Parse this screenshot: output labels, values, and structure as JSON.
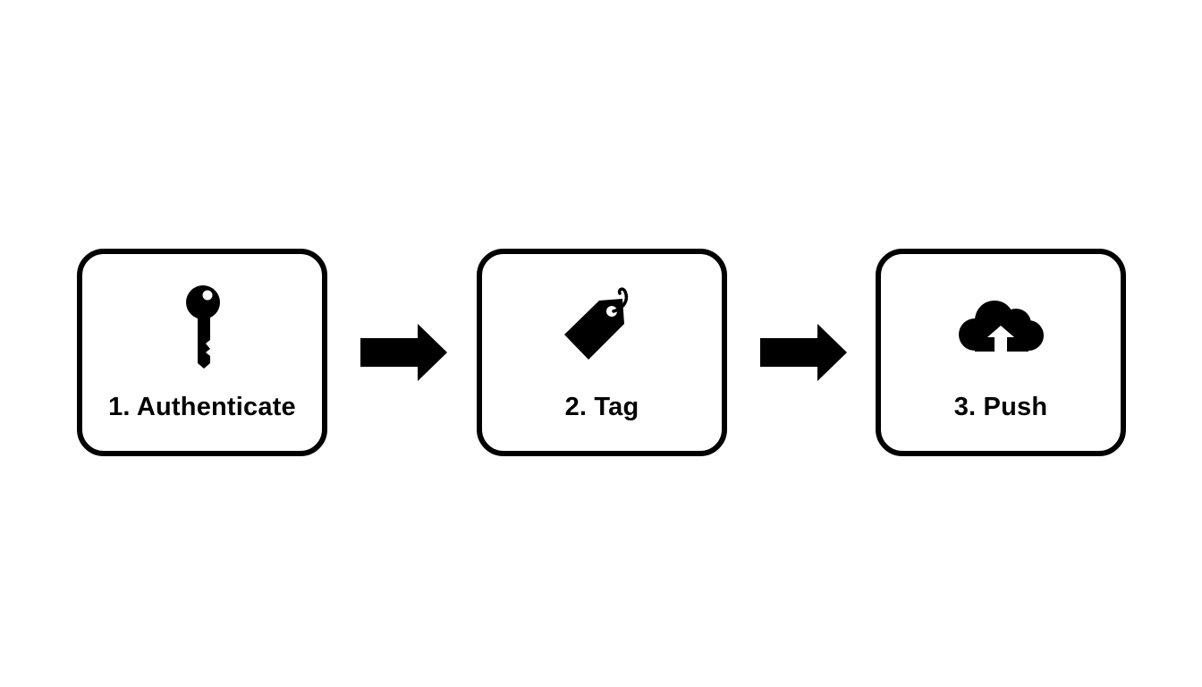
{
  "steps": [
    {
      "label": "1. Authenticate",
      "icon": "key-icon"
    },
    {
      "label": "2. Tag",
      "icon": "tag-icon"
    },
    {
      "label": "3. Push",
      "icon": "cloud-upload-icon"
    }
  ],
  "connectors": [
    "arrow-right-icon",
    "arrow-right-icon"
  ],
  "colors": {
    "stroke": "#000000",
    "background": "#ffffff"
  }
}
